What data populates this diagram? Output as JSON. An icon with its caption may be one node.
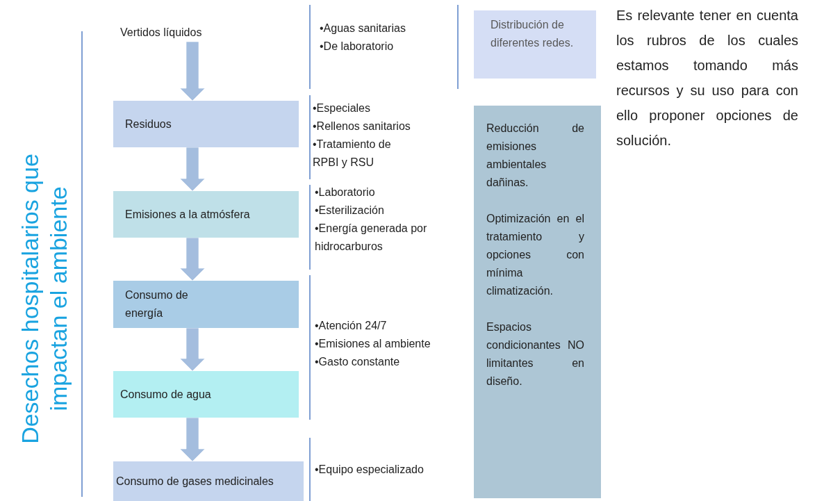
{
  "diagram": {
    "title": "Desechos hospitalarios que impactan el ambiente",
    "nodes": [
      {
        "text": [
          "Vertidos líquidos"
        ]
      },
      {
        "text": [
          "Residuos"
        ]
      },
      {
        "text": [
          "Emisiones a la atmósfera"
        ]
      },
      {
        "text": [
          "Consumo de energía"
        ]
      },
      {
        "text": [
          "Consumo de agua"
        ]
      },
      {
        "text": [
          "Consumo de gases medicinales"
        ]
      },
      {
        "text": [
          "Distribución de diferentes redes."
        ]
      },
      {
        "text": [
          "Reducción de emisiones ambientales dañinas.",
          "Optimización en el tratamiento y opciones con mínima climatización.",
          "Espacios condicionantes NO limitantes en diseño."
        ]
      }
    ],
    "edges": [
      {
        "from": 0,
        "to": 1,
        "arrow": "to",
        "style": "thick"
      },
      {
        "from": 1,
        "to": 2,
        "arrow": "to",
        "style": "thick"
      },
      {
        "from": 2,
        "to": 3,
        "arrow": "to",
        "style": "thick"
      },
      {
        "from": 3,
        "to": 4,
        "arrow": "to",
        "style": "thick"
      },
      {
        "from": 4,
        "to": 5,
        "arrow": "to",
        "style": "thick"
      }
    ],
    "labels": [
      "•Aguas sanitarias",
      "•De laboratorio",
      "•Especiales",
      "•Rellenos sanitarios",
      "•Tratamiento de RPBI y RSU",
      "•Laboratorio",
      "•Esterilización",
      "•Energía generada por hidrocarburos",
      "•Atención 24/7",
      "•Emisiones al ambiente",
      "•Gasto constante",
      "•Equipo especializado",
      "Es relevante tener en cuenta los rubros de los cuales estamos tomando más recursos y su uso para con ello proponer opciones de solución."
    ]
  }
}
